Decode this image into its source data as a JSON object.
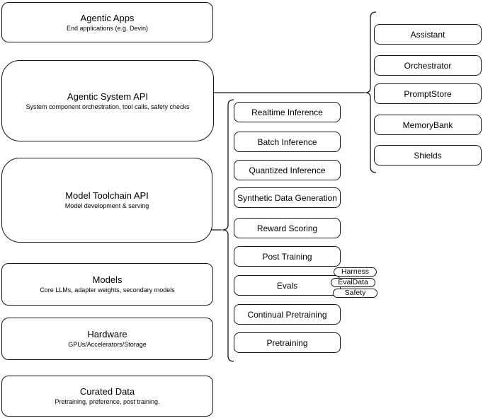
{
  "left_stack": {
    "items": [
      {
        "title": "Agentic Apps",
        "subtitle": "End applications (e.g. Devin)"
      },
      {
        "title": "Agentic System API",
        "subtitle": "System component orchestration, tool calls, safety checks"
      },
      {
        "title": "Model Toolchain API",
        "subtitle": "Model development & serving"
      },
      {
        "title": "Models",
        "subtitle": "Core LLMs, adapter weights, secondary models"
      },
      {
        "title": "Hardware",
        "subtitle": "GPUs/Accelerators/Storage"
      },
      {
        "title": "Curated Data",
        "subtitle": "Pretraining, preference, post training."
      }
    ]
  },
  "toolchain_group": {
    "items": [
      {
        "label": "Realtime Inference"
      },
      {
        "label": "Batch Inference"
      },
      {
        "label": "Quantized Inference"
      },
      {
        "label": "Synthetic Data Generation"
      },
      {
        "label": "Reward Scoring"
      },
      {
        "label": "Post Training"
      },
      {
        "label": "Evals"
      },
      {
        "label": "Continual Pretraining"
      },
      {
        "label": "Pretraining"
      }
    ],
    "evals_tags": [
      {
        "label": "Harness"
      },
      {
        "label": "EvalData"
      },
      {
        "label": "Safety"
      }
    ]
  },
  "system_group": {
    "items": [
      {
        "label": "Assistant"
      },
      {
        "label": "Orchestrator"
      },
      {
        "label": "PromptStore"
      },
      {
        "label": "MemoryBank"
      },
      {
        "label": "Shields"
      }
    ]
  },
  "colors": {
    "stroke": "#161616",
    "fill": "#ffffff",
    "text": "#000000"
  }
}
